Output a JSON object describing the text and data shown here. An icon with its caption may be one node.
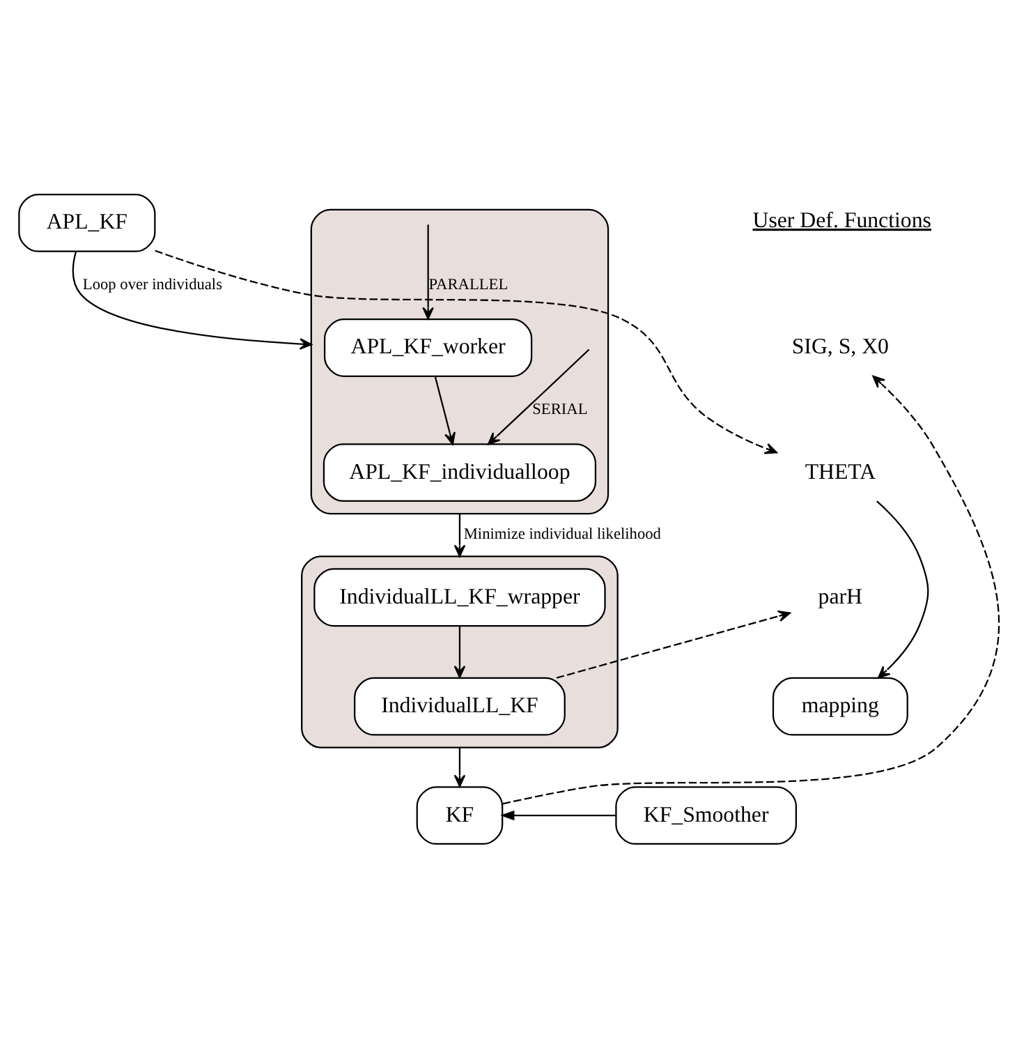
{
  "diagram": {
    "nodes": [
      {
        "text": [
          "APL_KF"
        ]
      },
      {
        "text": [],
        "shape": "box"
      },
      {
        "text": [
          "APL_KF_worker"
        ],
        "in": 1
      },
      {
        "text": [
          "APL_KF_individualloop"
        ],
        "in": 1
      },
      {
        "text": [],
        "shape": "box"
      },
      {
        "text": [
          "IndividualLL_KF_wrapper"
        ],
        "in": 4
      },
      {
        "text": [
          "IndividualLL_KF"
        ],
        "in": 4
      },
      {
        "text": [
          "KF"
        ]
      },
      {
        "text": [
          "KF_Smoother"
        ]
      },
      {
        "text": [
          "SIG, S, X0"
        ]
      },
      {
        "text": [
          "THETA"
        ]
      },
      {
        "text": [
          "parH"
        ]
      },
      {
        "text": [
          "mapping"
        ]
      }
    ],
    "edges": [
      {
        "from": 0,
        "to": 1,
        "arrow": "to",
        "label": "Loop over individuals"
      },
      {
        "from": null,
        "to": 3,
        "arrow": "to",
        "label": "SERIAL"
      },
      {
        "from": null,
        "to": 2,
        "arrow": "to",
        "label": "PARALLEL"
      },
      {
        "from": 2,
        "to": 3,
        "arrow": "to"
      },
      {
        "from": 1,
        "to": 4,
        "arrow": "to",
        "label": "Minimize individual likelihood"
      },
      {
        "from": 5,
        "to": 6,
        "arrow": "to"
      },
      {
        "from": 4,
        "to": 7,
        "arrow": "to"
      },
      {
        "from": 8,
        "to": 7,
        "arrow": "to"
      },
      {
        "from": 0,
        "to": 10,
        "arrow": "to",
        "style": "dashed"
      },
      {
        "from": 7,
        "to": 9,
        "arrow": "to",
        "style": "dashed"
      },
      {
        "from": 6,
        "to": 11,
        "arrow": "to",
        "style": "dashed"
      },
      {
        "from": 10,
        "to": 12,
        "arrow": "to"
      }
    ],
    "labels": [
      "User Def. Functions"
    ]
  }
}
